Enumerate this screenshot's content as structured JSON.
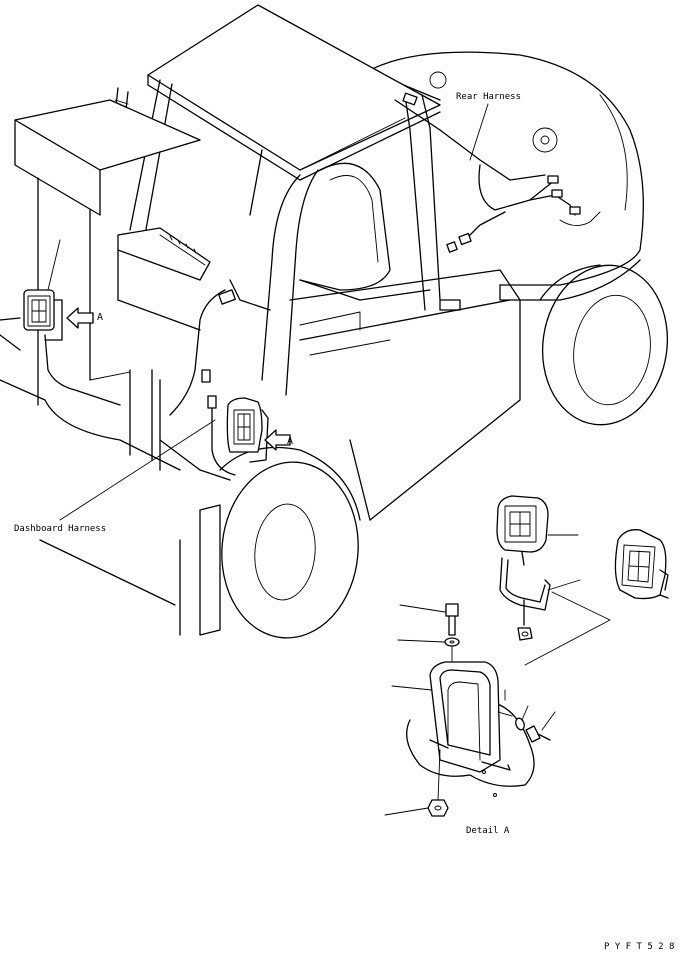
{
  "labels": {
    "rear_harness": "Rear Harness",
    "dashboard_harness": "Dashboard Harness",
    "detail": "Detail A",
    "arrow_left": "A",
    "arrow_center": "A",
    "drawing_code": "P Y F T 5 2 8"
  }
}
